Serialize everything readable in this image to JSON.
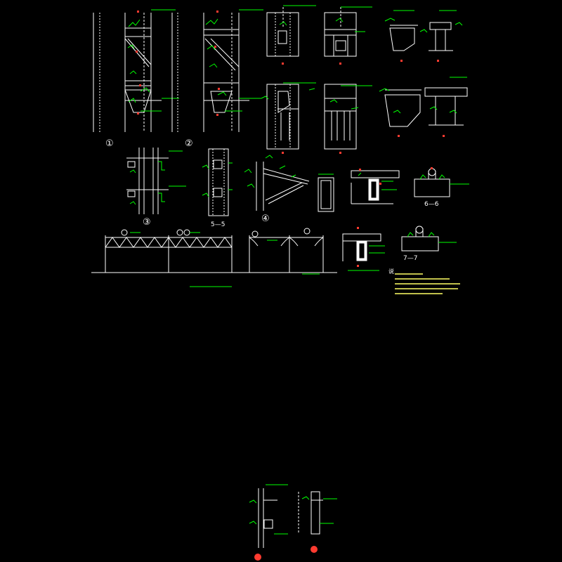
{
  "background": "#000000",
  "colors": {
    "line": "#ffffff",
    "dim": "#00ff00",
    "mark": "#ff3b30",
    "note": "#ffff66"
  },
  "labels": {
    "detail_1": "①",
    "detail_2": "②",
    "detail_3": "③",
    "detail_4": "④",
    "section_55": "5—5",
    "section_66": "6—6",
    "section_77": "7—7",
    "notes_head": "说"
  },
  "icons": [
    "circle-callout-icon"
  ]
}
